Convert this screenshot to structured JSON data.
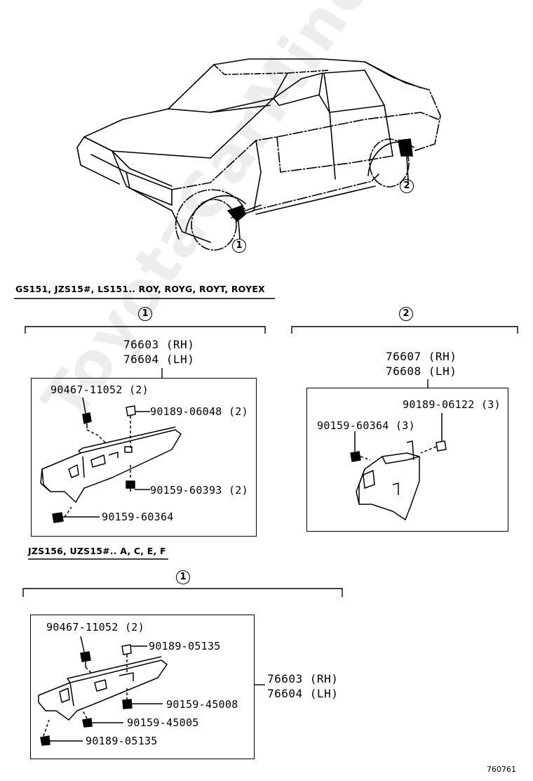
{
  "watermark": "ToyotaCarMine.ru",
  "figure_number": "760761",
  "car": {
    "callout_1": "1",
    "callout_2": "2"
  },
  "section_a": {
    "header": "GS151, JZS15#, LS151.. ROY, ROYG, ROYT, ROYEX",
    "group_1": {
      "callout": "1",
      "assembly_rh": "76603 (RH)",
      "assembly_lh": "76604 (LH)",
      "parts": [
        "90467-11052 (2)",
        "90189-06048 (2)",
        "90159-60393 (2)",
        "90159-60364"
      ]
    },
    "group_2": {
      "callout": "2",
      "assembly_rh": "76607 (RH)",
      "assembly_lh": "76608 (LH)",
      "parts": [
        "90189-06122 (3)",
        "90159-60364 (3)"
      ]
    }
  },
  "section_b": {
    "header": "JZS156, UZS15#.. A, C, E, F",
    "group_1": {
      "callout": "1",
      "assembly_rh": "76603 (RH)",
      "assembly_lh": "76604 (LH)",
      "parts": [
        "90467-11052 (2)",
        "90189-05135",
        "90159-45008",
        "90159-45005",
        "90189-05135"
      ]
    }
  }
}
